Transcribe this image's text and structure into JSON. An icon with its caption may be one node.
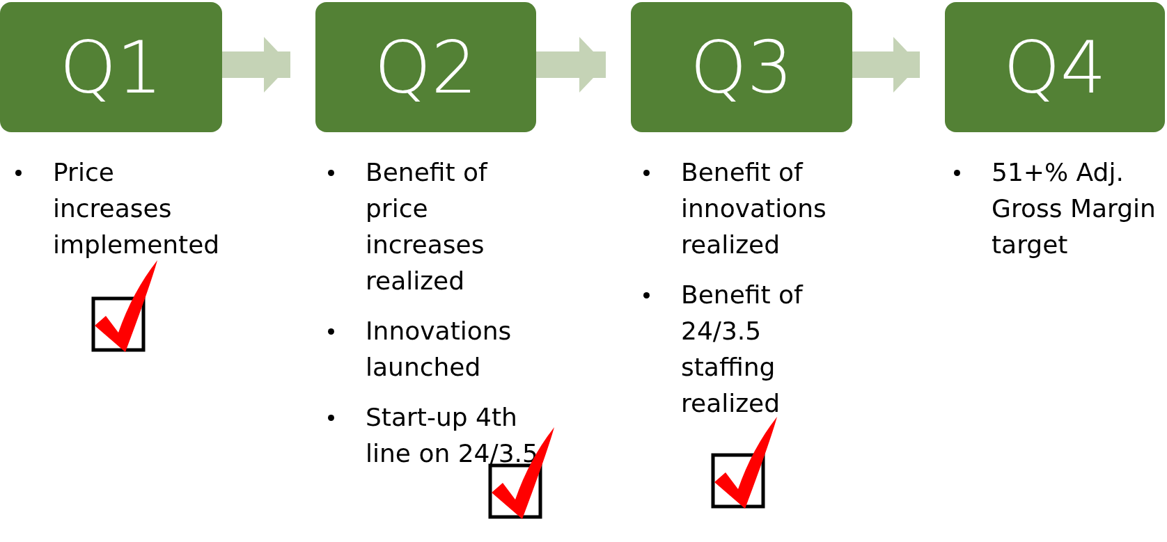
{
  "diagram": {
    "nodes": [
      {
        "text": [
          "Q1"
        ],
        "beside": [
          "Price increases implemented"
        ]
      },
      {
        "text": [
          "Q2"
        ],
        "beside": [
          "Benefit of price increases realized",
          "Innovations launched",
          "Start-up 4th line on 24/3.5"
        ]
      },
      {
        "text": [
          "Q3"
        ],
        "beside": [
          "Benefit of innovations realized",
          "Benefit of 24/3.5 staffing realized"
        ]
      },
      {
        "text": [
          "Q4"
        ],
        "beside": [
          "51+% Adj. Gross Margin target"
        ]
      }
    ],
    "edges": [
      {
        "from": 0,
        "to": 1,
        "arrow": "to"
      },
      {
        "from": 1,
        "to": 2,
        "arrow": "to"
      },
      {
        "from": 2,
        "to": 3,
        "arrow": "to"
      }
    ]
  }
}
